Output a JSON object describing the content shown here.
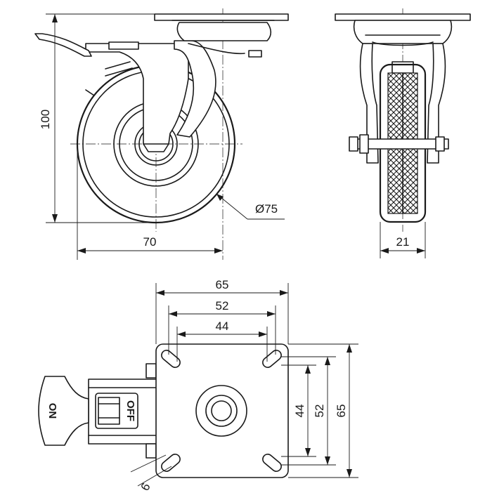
{
  "views": {
    "side": {
      "height_label": "100",
      "width_label": "70",
      "diameter_label": "Ø75"
    },
    "front": {
      "wheel_width_label": "21"
    },
    "top": {
      "plate_width_label": "65",
      "hole_span_outer_label": "52",
      "hole_span_inner_label": "44",
      "plate_height_label": "65",
      "hole_vspan_outer_label": "52",
      "hole_vspan_inner_label": "44",
      "slot_width_label": "6",
      "brake_on_label": "ON",
      "brake_off_label": "OFF"
    }
  }
}
